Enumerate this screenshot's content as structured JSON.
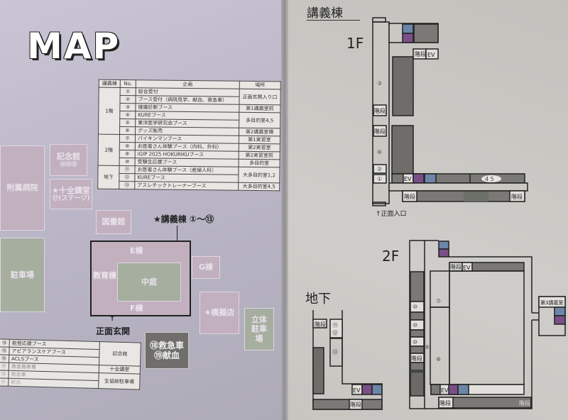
{
  "left_page": {
    "title": "MAP",
    "table": {
      "headers": [
        "講義棟",
        "No.",
        "企画",
        "場所"
      ],
      "groups": [
        {
          "floor": "1階",
          "rows": [
            {
              "no": "①",
              "name": "総合受付",
              "place": "正面玄関入り口"
            },
            {
              "no": "②",
              "name": "ブース受付（病院見学、献血、救急車）",
              "place": ""
            },
            {
              "no": "③",
              "name": "健康診断ブース",
              "place": "第1講義室前"
            },
            {
              "no": "④",
              "name": "KUREブース",
              "place": "多目的室4,5"
            },
            {
              "no": "⑤",
              "name": "東洋医学研究会ブース",
              "place": ""
            },
            {
              "no": "⑥",
              "name": "グッズ販売",
              "place": "第2講義室横"
            }
          ]
        },
        {
          "floor": "2階",
          "rows": [
            {
              "no": "⑦",
              "name": "バイキンマンブース",
              "place": "第1実習室"
            },
            {
              "no": "⑧",
              "name": "お医者さん体験ブース（内科、外科）",
              "place": "第2実習室"
            },
            {
              "no": "⑨",
              "name": "iGIP 2025 HOKURIKUブース",
              "place": "第2実習室前"
            },
            {
              "no": "⑩",
              "name": "受験生応援ブース",
              "place": "多目的室"
            }
          ]
        },
        {
          "floor": "地下",
          "rows": [
            {
              "no": "⑪",
              "name": "お医者さん体験ブース（産婦人科）",
              "place": "大多目的室1,2"
            },
            {
              "no": "⑫",
              "name": "KUREブース",
              "place": ""
            },
            {
              "no": "⑬",
              "name": "アスレチックトレーナーブース",
              "place": "大多目的室4,5"
            }
          ]
        }
      ]
    },
    "extra_table": {
      "rows": [
        {
          "no": "⑭",
          "name": "能登応援ブース"
        },
        {
          "no": "⑮",
          "name": "アピアランスケアブース"
        },
        {
          "no": "⑯",
          "name": "ACLSブース"
        },
        {
          "no": "⑰",
          "name": "救急救命車"
        },
        {
          "no": "⑱",
          "name": "救急車"
        },
        {
          "no": "⑲",
          "name": "献血"
        }
      ],
      "places": [
        "記念館",
        "十全講堂",
        "生協前駐車場"
      ]
    },
    "campus": {
      "hospital": "附属病院",
      "memorial": "記念館",
      "memorial_nums": "⑭⑮⑯",
      "auditorium": "★十全講堂",
      "auditorium_sub": "⑰(ステージ)",
      "library": "図書館",
      "parking": "駐車場",
      "e_wing": "E棟",
      "f_wing": "F棟",
      "edu_wing": "教育棟",
      "courtyard": "中庭",
      "g_wing": "G棟",
      "stalls": "★模擬店",
      "multi_parking": "立体駐車場",
      "ambulance": "⑱救急車",
      "blood": "⑲献血",
      "lecture_label": "★講義棟 ①〜⑬",
      "entrance": "正面玄関",
      "entrance_arrow": "↑"
    }
  },
  "right_page": {
    "title": "講義棟",
    "floors": {
      "f1": {
        "label": "1F",
        "stairs": "階段",
        "ev": "EV",
        "nums": [
          "①",
          "②",
          "③",
          "⑥",
          "4 5"
        ],
        "entrance": "↑正面入口"
      },
      "f2": {
        "label": "2F",
        "stairs": "階段",
        "ev": "EV",
        "nums": [
          "⑦",
          "⑧",
          "⑨",
          "⑩"
        ],
        "room3": "第3講義室"
      },
      "b1": {
        "label": "地下",
        "stairs": "階段",
        "ev": "EV",
        "nums": [
          "⑪",
          "⑫",
          "⑬"
        ]
      }
    }
  },
  "colors": {
    "toilet_blue": "#6c86a8",
    "toilet_purple": "#7a4f86",
    "room_gray": "#7a7976"
  }
}
